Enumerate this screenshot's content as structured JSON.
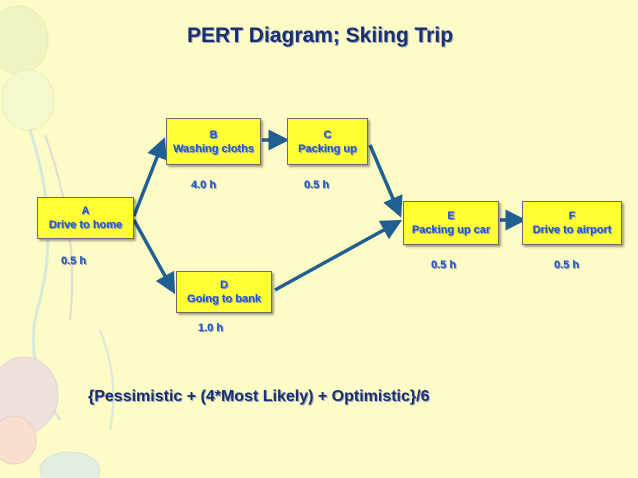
{
  "title": "PERT Diagram; Skiing Trip",
  "nodes": {
    "a": {
      "letter": "A",
      "name": "Drive to home",
      "duration": "0.5 h"
    },
    "b": {
      "letter": "B",
      "name": "Washing cloths",
      "duration": "4.0 h"
    },
    "c": {
      "letter": "C",
      "name": "Packing up",
      "duration": "0.5 h"
    },
    "d": {
      "letter": "D",
      "name": "Going to bank",
      "duration": "1.0 h"
    },
    "e": {
      "letter": "E",
      "name": "Packing up car",
      "duration": "0.5 h"
    },
    "f": {
      "letter": "F",
      "name": "Drive to airport",
      "duration": "0.5 h"
    }
  },
  "formula": "{Pessimistic + (4*Most Likely) + Optimistic}/6",
  "colors": {
    "box_fill": "#ffff33",
    "text_blue": "#1e56c8",
    "arrow": "#1f5f91",
    "background": "#fdfbc6"
  }
}
